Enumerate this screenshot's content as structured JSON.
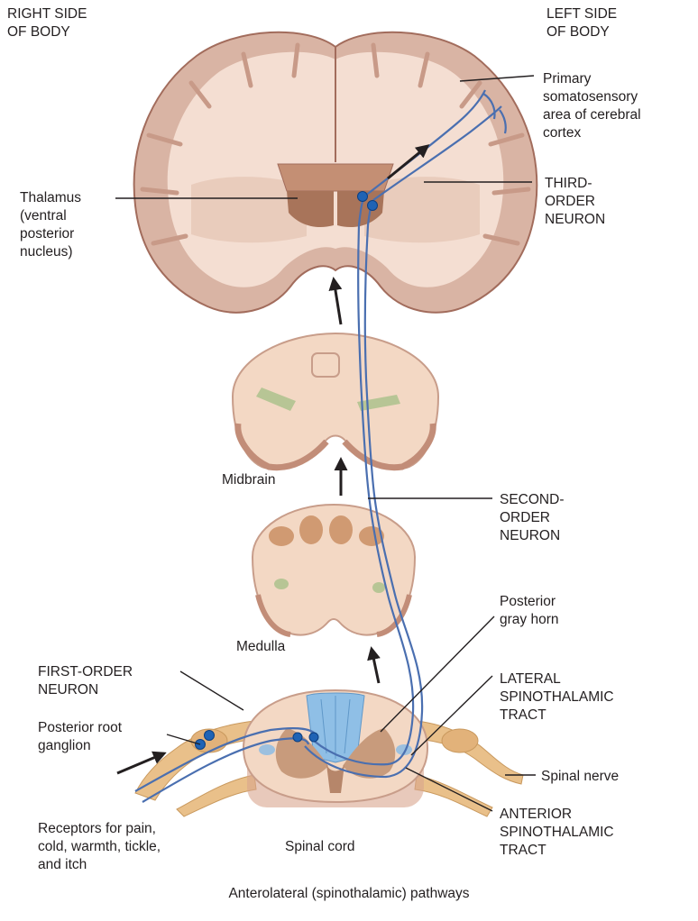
{
  "title": "Anterolateral (spinothalamic) pathways",
  "labels": {
    "right_side": "RIGHT SIDE\nOF BODY",
    "left_side": "LEFT SIDE\nOF BODY",
    "primary_cortex": "Primary\nsomatosensory\narea of cerebral\ncortex",
    "thalamus": "Thalamus\n(ventral\nposterior\nnucleus)",
    "third_order": "THIRD-\nORDER\nNEURON",
    "midbrain": "Midbrain",
    "second_order": "SECOND-\nORDER\nNEURON",
    "medulla": "Medulla",
    "posterior_gray_horn": "Posterior\ngray horn",
    "first_order": "FIRST-ORDER\nNEURON",
    "posterior_root_ganglion": "Posterior root\nganglion",
    "lateral_tract": "LATERAL\nSPINOTHALAMIC\nTRACT",
    "spinal_nerve": "Spinal nerve",
    "anterior_tract": "ANTERIOR\nSPINOTHALAMIC\nTRACT",
    "receptors": "Receptors for pain,\ncold, warmth, tickle,\nand itch",
    "spinal_cord": "Spinal cord"
  },
  "colors": {
    "brain_tissue": "#d9b4a4",
    "brain_inner": "#f4ded2",
    "brain_outline": "#a26c5c",
    "thalamus": "#a8745a",
    "neuron": "#4a6fb0",
    "neuron_node": "#1f63b5",
    "stem_tissue": "#f3d8c4",
    "stem_edge": "#c89d8a",
    "gray_matter": "#c89b7c",
    "posterior_column": "#8fbfe6",
    "nerve": "#e9c08a",
    "leader_line": "#231f20"
  }
}
